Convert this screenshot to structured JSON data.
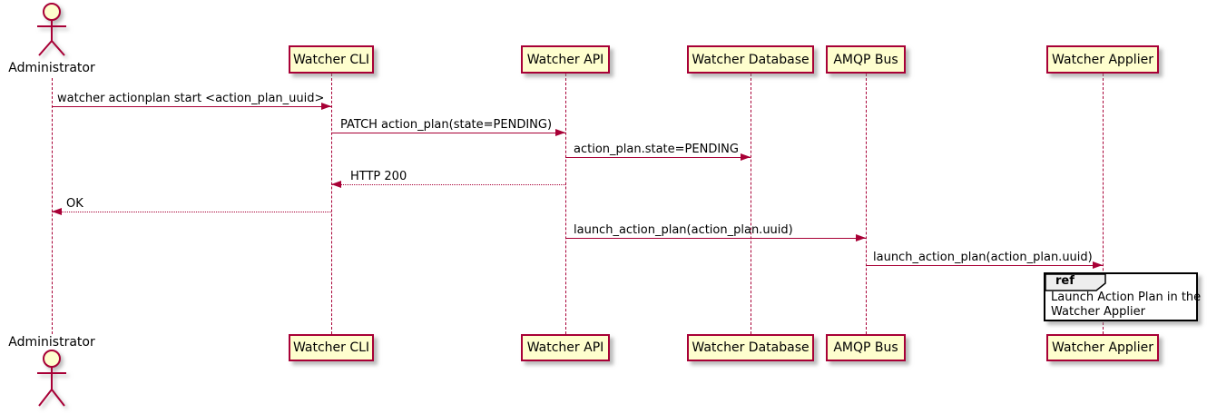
{
  "actor": {
    "name": "Administrator"
  },
  "participants": [
    {
      "name": "Watcher CLI"
    },
    {
      "name": "Watcher API"
    },
    {
      "name": "Watcher Database"
    },
    {
      "name": "AMQP Bus"
    },
    {
      "name": "Watcher Applier"
    }
  ],
  "messages": [
    {
      "label": "watcher actionplan start <action_plan_uuid>",
      "from": "Administrator",
      "to": "Watcher CLI",
      "line": "solid"
    },
    {
      "label": "PATCH action_plan(state=PENDING)",
      "from": "Watcher CLI",
      "to": "Watcher API",
      "line": "solid"
    },
    {
      "label": "action_plan.state=PENDING",
      "from": "Watcher API",
      "to": "Watcher Database",
      "line": "solid"
    },
    {
      "label": "HTTP 200",
      "from": "Watcher API",
      "to": "Watcher CLI",
      "line": "dotted"
    },
    {
      "label": "OK",
      "from": "Watcher CLI",
      "to": "Administrator",
      "line": "dotted"
    },
    {
      "label": "launch_action_plan(action_plan.uuid)",
      "from": "Watcher API",
      "to": "AMQP Bus",
      "line": "solid"
    },
    {
      "label": "launch_action_plan(action_plan.uuid)",
      "from": "AMQP Bus",
      "to": "Watcher Applier",
      "line": "solid"
    }
  ],
  "ref": {
    "keyword": "ref",
    "line1": "Launch Action Plan in the",
    "line2": "Watcher Applier"
  },
  "colors": {
    "accent": "#A80036",
    "participant_fill": "#FEFECE",
    "ref_header_fill": "#EEEEEE",
    "ref_border": "#000000",
    "text": "#000000",
    "background": "#FFFFFF"
  }
}
